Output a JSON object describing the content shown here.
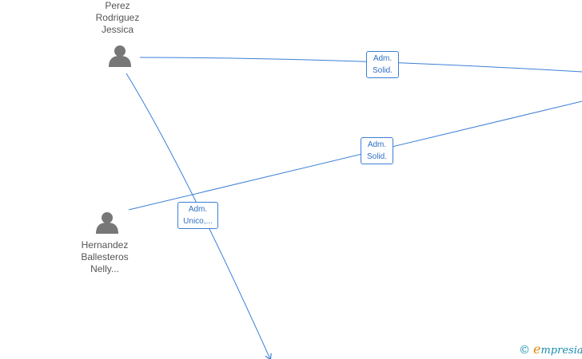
{
  "nodes": [
    {
      "id": "perez",
      "lines": [
        "Perez",
        "Rodriguez",
        "Jessica"
      ]
    },
    {
      "id": "hernandez",
      "lines": [
        "Hernandez",
        "Ballesteros",
        "Nelly..."
      ]
    }
  ],
  "edges": [
    {
      "id": "e1",
      "label": [
        "Adm.",
        "Solid."
      ]
    },
    {
      "id": "e2",
      "label": [
        "Adm.",
        "Solid."
      ]
    },
    {
      "id": "e3",
      "label": [
        "Adm.",
        "Unico,..."
      ]
    }
  ],
  "logo": {
    "copyright": "©",
    "brand_initial": "e",
    "brand_rest": "mpresia"
  },
  "colors": {
    "edge": "#3b7fd6",
    "person_icon": "#777777",
    "text": "#555555"
  }
}
